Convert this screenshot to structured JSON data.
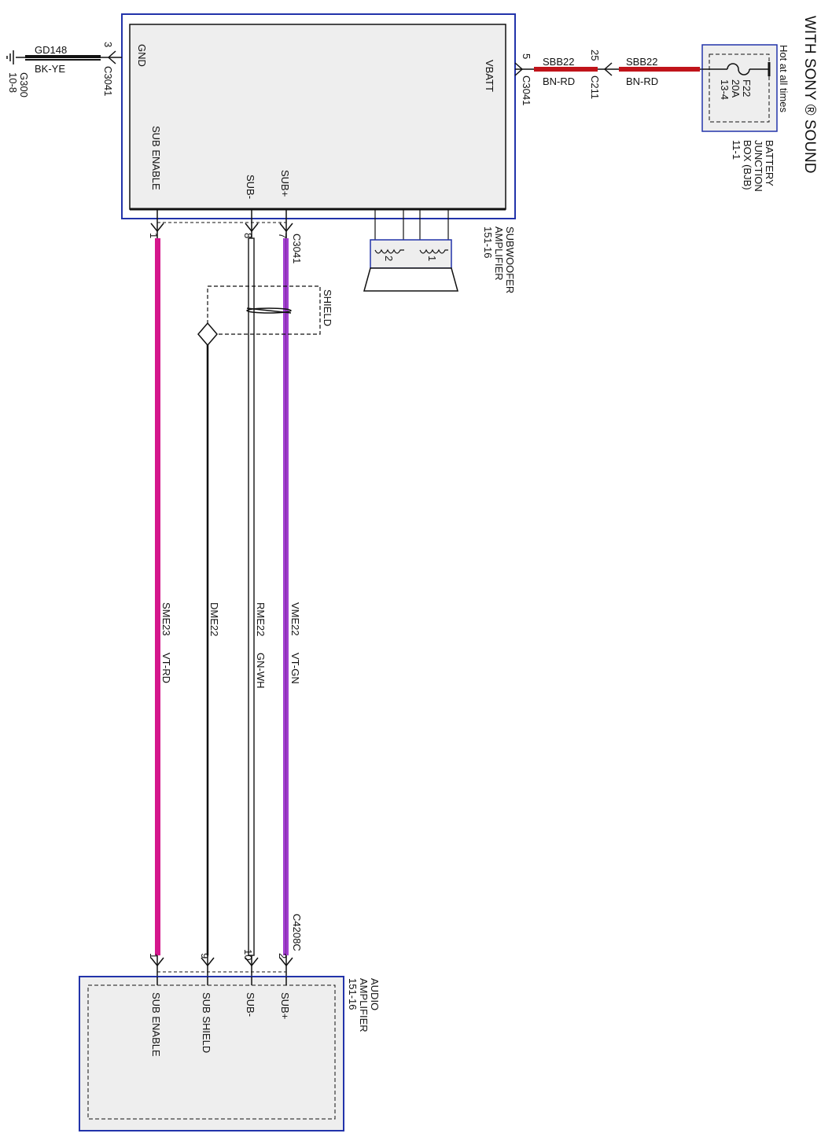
{
  "title": "WITH SONY ® SOUND",
  "colors": {
    "box_border": "#2233aa",
    "box_fill": "#eeeeee",
    "wire_black": "#111111",
    "wire_red": "#c0141a",
    "wire_vt_rd": "#d4178c",
    "wire_vt_gn": "#a23fd0",
    "wire_gn_wh": "#333333"
  },
  "battery_box": {
    "name_lines": [
      "BATTERY",
      "JUNCTION",
      "BOX (BJB)",
      "11-1"
    ],
    "hot_label": "Hot at all times",
    "fuse": [
      "F22",
      "20A",
      "13-4"
    ]
  },
  "vbatt_wire": {
    "circuit_a": "SBB22",
    "color_a": "BN-RD",
    "circuit_b": "SBB22",
    "color_b": "BN-RD",
    "pin_bjb": "25",
    "conn_bjb": "C211",
    "pin_amp": "5",
    "conn_amp": "C3041"
  },
  "ground_wire": {
    "circuit": "GD148",
    "color": "BK-YE",
    "ground_id": "G300",
    "ground_ref": "10-8",
    "pin": "3",
    "conn": "C3041"
  },
  "sub_amp": {
    "name_lines": [
      "SUBWOOFER",
      "AMPLIFIER",
      "151-16"
    ],
    "pins": {
      "gnd": "GND",
      "vbatt": "VBATT",
      "sub_enable": "SUB ENABLE",
      "sub_minus": "SUB-",
      "sub_plus": "SUB+"
    },
    "connector": "C3041",
    "pin_numbers": {
      "sub_enable": "1",
      "sub_minus": "8",
      "sub_plus": "7"
    }
  },
  "speaker": {
    "coil_1": "1",
    "coil_2": "2"
  },
  "shield_label": "SHIELD",
  "wires": [
    {
      "circuit": "SME23",
      "color": "VT-RD"
    },
    {
      "circuit": "DME22",
      "color": ""
    },
    {
      "circuit": "RME22",
      "color": "GN-WH"
    },
    {
      "circuit": "VME22",
      "color": "VT-GN"
    }
  ],
  "audio_amp": {
    "name_lines": [
      "AUDIO",
      "AMPLIFIER",
      "151-16"
    ],
    "connector": "C4208C",
    "pins": {
      "sub_enable": "SUB ENABLE",
      "sub_shield": "SUB SHIELD",
      "sub_minus": "SUB-",
      "sub_plus": "SUB+"
    },
    "pin_numbers": {
      "sub_enable": "1",
      "sub_shield": "9",
      "sub_minus": "10",
      "sub_plus": "2"
    }
  }
}
